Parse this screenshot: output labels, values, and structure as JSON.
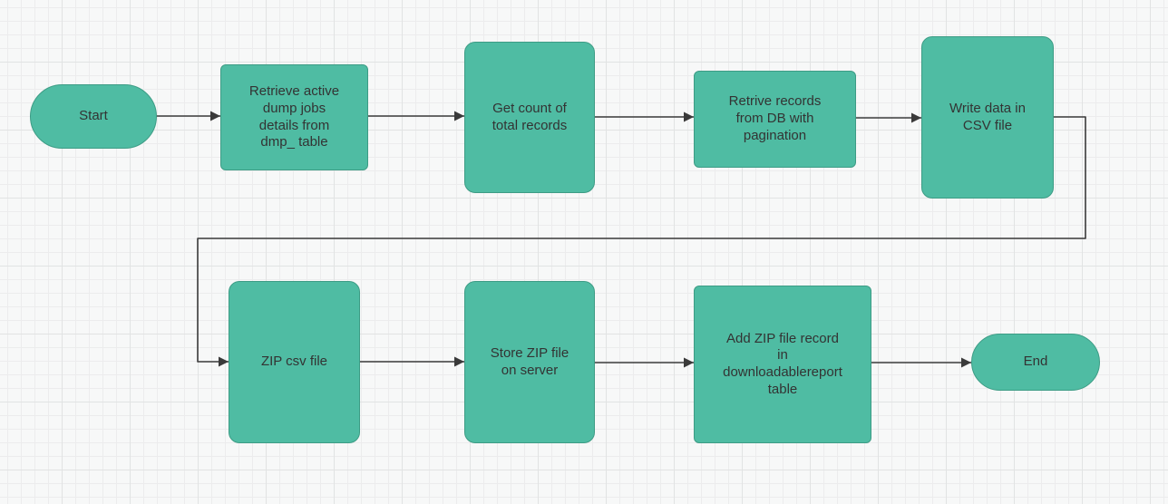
{
  "colors": {
    "node_fill": "#4fbca3",
    "node_stroke": "#3d9c85",
    "text_color": "#333333",
    "arrow_color": "#3a3a3a",
    "grid_minor": "#ececed",
    "grid_major": "#e1e3e3",
    "canvas_bg": "#f7f8f8"
  },
  "diagram": {
    "type": "flowchart",
    "nodes": [
      {
        "id": "start",
        "shape": "stadium",
        "label": "Start"
      },
      {
        "id": "retrieve-dump-jobs",
        "shape": "rectangle",
        "label": "Retrieve active\ndump jobs\ndetails from\ndmp_ table"
      },
      {
        "id": "get-count",
        "shape": "rounded-rectangle",
        "label": "Get count of\ntotal records"
      },
      {
        "id": "retrieve-records",
        "shape": "rectangle",
        "label": "Retrive records\nfrom DB with\npagination"
      },
      {
        "id": "write-csv",
        "shape": "rounded-rectangle",
        "label": "Write data in\nCSV file"
      },
      {
        "id": "zip-csv",
        "shape": "rounded-rectangle",
        "label": "ZIP csv file"
      },
      {
        "id": "store-zip",
        "shape": "rounded-rectangle",
        "label": "Store ZIP file\non server"
      },
      {
        "id": "add-zip-record",
        "shape": "rectangle",
        "label": "Add ZIP file record\nin\ndownloadablereport\ntable"
      },
      {
        "id": "end",
        "shape": "stadium",
        "label": "End"
      }
    ],
    "edges": [
      {
        "from": "start",
        "to": "retrieve-dump-jobs"
      },
      {
        "from": "retrieve-dump-jobs",
        "to": "get-count"
      },
      {
        "from": "get-count",
        "to": "retrieve-records"
      },
      {
        "from": "retrieve-records",
        "to": "write-csv"
      },
      {
        "from": "write-csv",
        "to": "zip-csv"
      },
      {
        "from": "zip-csv",
        "to": "store-zip"
      },
      {
        "from": "store-zip",
        "to": "add-zip-record"
      },
      {
        "from": "add-zip-record",
        "to": "end"
      }
    ]
  }
}
